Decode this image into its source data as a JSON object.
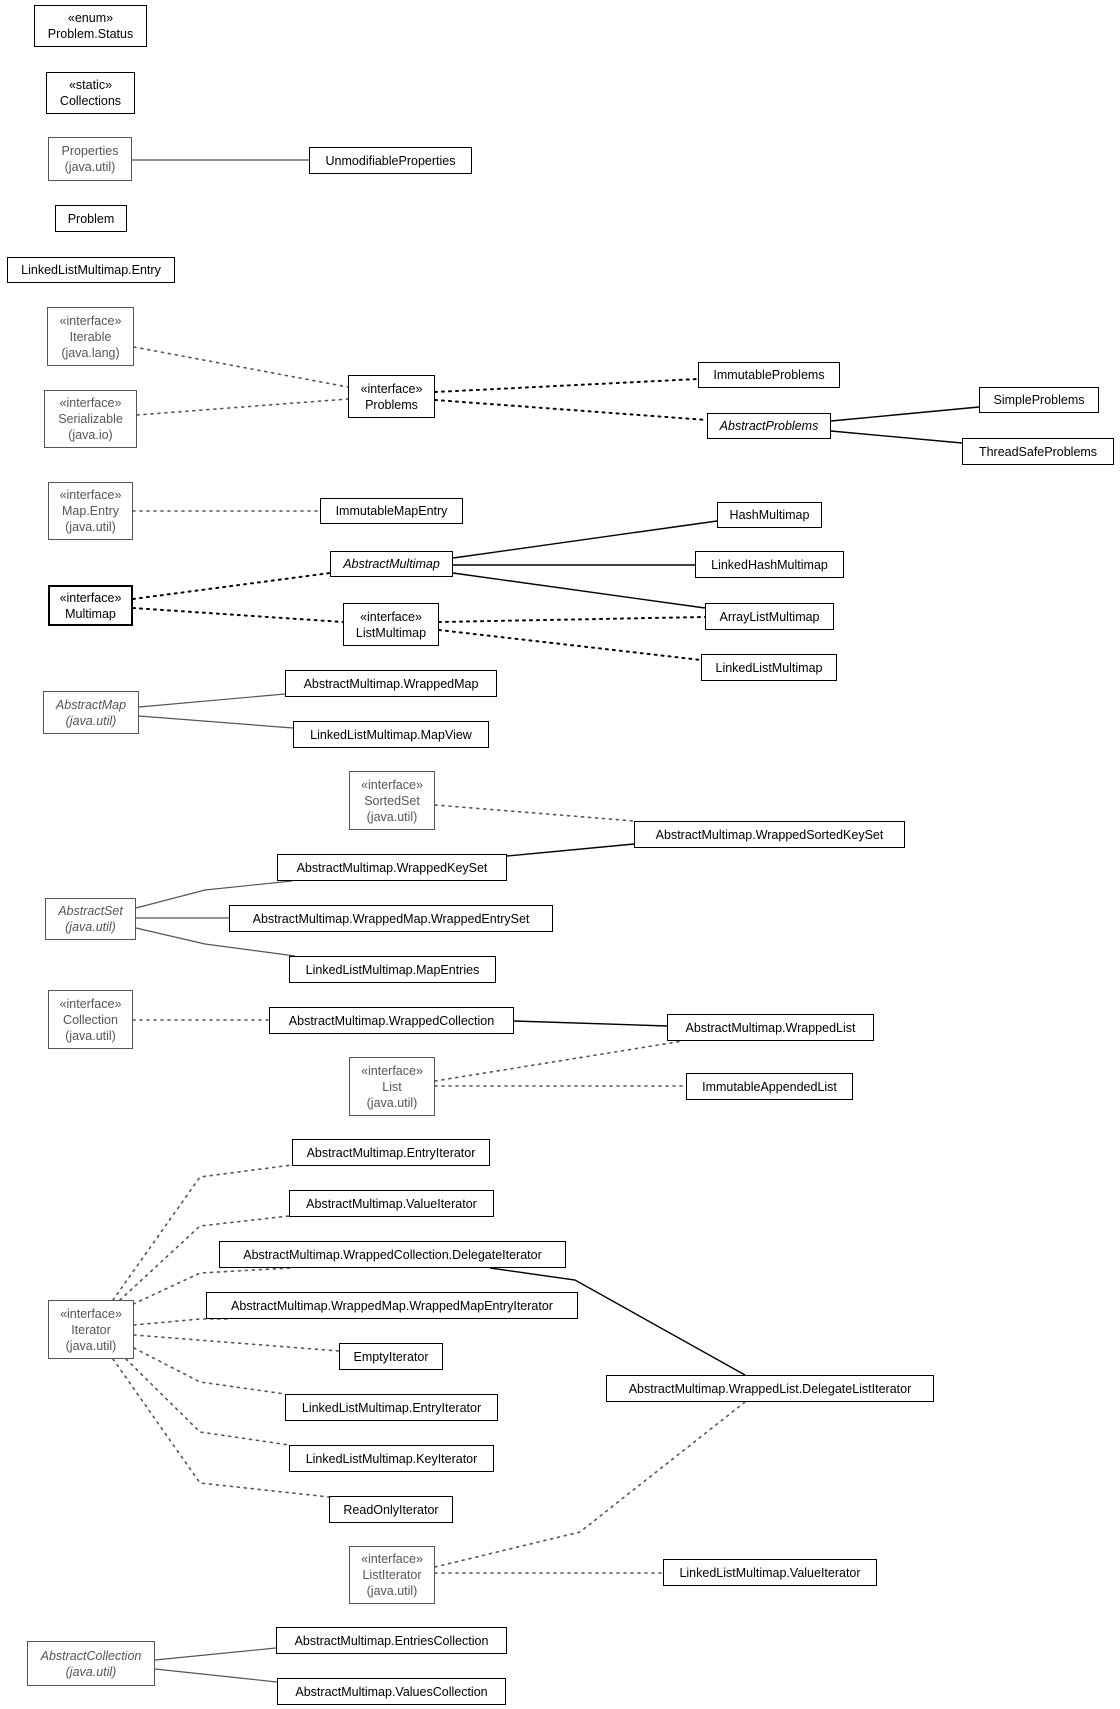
{
  "nodes": [
    {
      "id": "problem-status",
      "stereotype": "«enum»",
      "name": "Problem.Status",
      "package": "",
      "external": false,
      "abstract": false
    },
    {
      "id": "collections",
      "stereotype": "«static»",
      "name": "Collections",
      "package": "",
      "external": false,
      "abstract": false
    },
    {
      "id": "properties",
      "stereotype": "",
      "name": "Properties",
      "package": "(java.util)",
      "external": true,
      "abstract": false
    },
    {
      "id": "unmodifiable-properties",
      "stereotype": "",
      "name": "UnmodifiableProperties",
      "package": "",
      "external": false,
      "abstract": false
    },
    {
      "id": "problem",
      "stereotype": "",
      "name": "Problem",
      "package": "",
      "external": false,
      "abstract": false
    },
    {
      "id": "linkedlistmultimap-entry",
      "stereotype": "",
      "name": "LinkedListMultimap.Entry",
      "package": "",
      "external": false,
      "abstract": false
    },
    {
      "id": "iterable",
      "stereotype": "«interface»",
      "name": "Iterable",
      "package": "(java.lang)",
      "external": true,
      "abstract": false
    },
    {
      "id": "serializable",
      "stereotype": "«interface»",
      "name": "Serializable",
      "package": "(java.io)",
      "external": true,
      "abstract": false
    },
    {
      "id": "problems",
      "stereotype": "«interface»",
      "name": "Problems",
      "package": "",
      "external": false,
      "abstract": false
    },
    {
      "id": "immutable-problems",
      "stereotype": "",
      "name": "ImmutableProblems",
      "package": "",
      "external": false,
      "abstract": false
    },
    {
      "id": "abstract-problems",
      "stereotype": "",
      "name": "AbstractProblems",
      "package": "",
      "external": false,
      "abstract": true
    },
    {
      "id": "simple-problems",
      "stereotype": "",
      "name": "SimpleProblems",
      "package": "",
      "external": false,
      "abstract": false
    },
    {
      "id": "threadsafe-problems",
      "stereotype": "",
      "name": "ThreadSafeProblems",
      "package": "",
      "external": false,
      "abstract": false
    },
    {
      "id": "map-entry",
      "stereotype": "«interface»",
      "name": "Map.Entry",
      "package": "(java.util)",
      "external": true,
      "abstract": false
    },
    {
      "id": "immutable-map-entry",
      "stereotype": "",
      "name": "ImmutableMapEntry",
      "package": "",
      "external": false,
      "abstract": false
    },
    {
      "id": "hash-multimap",
      "stereotype": "",
      "name": "HashMultimap",
      "package": "",
      "external": false,
      "abstract": false
    },
    {
      "id": "abstract-multimap",
      "stereotype": "",
      "name": "AbstractMultimap",
      "package": "",
      "external": false,
      "abstract": true
    },
    {
      "id": "linked-hash-multimap",
      "stereotype": "",
      "name": "LinkedHashMultimap",
      "package": "",
      "external": false,
      "abstract": false
    },
    {
      "id": "multimap",
      "stereotype": "«interface»",
      "name": "Multimap",
      "package": "",
      "external": false,
      "abstract": false,
      "bold": true
    },
    {
      "id": "list-multimap",
      "stereotype": "«interface»",
      "name": "ListMultimap",
      "package": "",
      "external": false,
      "abstract": false
    },
    {
      "id": "arraylist-multimap",
      "stereotype": "",
      "name": "ArrayListMultimap",
      "package": "",
      "external": false,
      "abstract": false
    },
    {
      "id": "linkedlist-multimap",
      "stereotype": "",
      "name": "LinkedListMultimap",
      "package": "",
      "external": false,
      "abstract": false
    },
    {
      "id": "abstract-map",
      "stereotype": "",
      "name": "AbstractMap",
      "package": "(java.util)",
      "external": true,
      "abstract": true
    },
    {
      "id": "wrapped-map",
      "stereotype": "",
      "name": "AbstractMultimap.WrappedMap",
      "package": "",
      "external": false,
      "abstract": false
    },
    {
      "id": "map-view",
      "stereotype": "",
      "name": "LinkedListMultimap.MapView",
      "package": "",
      "external": false,
      "abstract": false
    },
    {
      "id": "sorted-set",
      "stereotype": "«interface»",
      "name": "SortedSet",
      "package": "(java.util)",
      "external": true,
      "abstract": false
    },
    {
      "id": "wrapped-sorted-key-set",
      "stereotype": "",
      "name": "AbstractMultimap.WrappedSortedKeySet",
      "package": "",
      "external": false,
      "abstract": false
    },
    {
      "id": "wrapped-key-set",
      "stereotype": "",
      "name": "AbstractMultimap.WrappedKeySet",
      "package": "",
      "external": false,
      "abstract": false
    },
    {
      "id": "abstract-set",
      "stereotype": "",
      "name": "AbstractSet",
      "package": "(java.util)",
      "external": true,
      "abstract": true
    },
    {
      "id": "wrapped-entry-set",
      "stereotype": "",
      "name": "AbstractMultimap.WrappedMap.WrappedEntrySet",
      "package": "",
      "external": false,
      "abstract": false
    },
    {
      "id": "map-entries",
      "stereotype": "",
      "name": "LinkedListMultimap.MapEntries",
      "package": "",
      "external": false,
      "abstract": false
    },
    {
      "id": "collection",
      "stereotype": "«interface»",
      "name": "Collection",
      "package": "(java.util)",
      "external": true,
      "abstract": false
    },
    {
      "id": "wrapped-collection",
      "stereotype": "",
      "name": "AbstractMultimap.WrappedCollection",
      "package": "",
      "external": false,
      "abstract": false
    },
    {
      "id": "wrapped-list",
      "stereotype": "",
      "name": "AbstractMultimap.WrappedList",
      "package": "",
      "external": false,
      "abstract": false
    },
    {
      "id": "list",
      "stereotype": "«interface»",
      "name": "List",
      "package": "(java.util)",
      "external": true,
      "abstract": false
    },
    {
      "id": "immutable-appended-list",
      "stereotype": "",
      "name": "ImmutableAppendedList",
      "package": "",
      "external": false,
      "abstract": false
    },
    {
      "id": "entry-iterator",
      "stereotype": "",
      "name": "AbstractMultimap.EntryIterator",
      "package": "",
      "external": false,
      "abstract": false
    },
    {
      "id": "value-iterator",
      "stereotype": "",
      "name": "AbstractMultimap.ValueIterator",
      "package": "",
      "external": false,
      "abstract": false
    },
    {
      "id": "delegate-iterator",
      "stereotype": "",
      "name": "AbstractMultimap.WrappedCollection.DelegateIterator",
      "package": "",
      "external": false,
      "abstract": false
    },
    {
      "id": "wrapped-map-entry-iterator",
      "stereotype": "",
      "name": "AbstractMultimap.WrappedMap.WrappedMapEntryIterator",
      "package": "",
      "external": false,
      "abstract": false
    },
    {
      "id": "iterator",
      "stereotype": "«interface»",
      "name": "Iterator",
      "package": "(java.util)",
      "external": true,
      "abstract": false
    },
    {
      "id": "empty-iterator",
      "stereotype": "",
      "name": "EmptyIterator",
      "package": "",
      "external": false,
      "abstract": false
    },
    {
      "id": "delegate-list-iterator",
      "stereotype": "",
      "name": "AbstractMultimap.WrappedList.DelegateListIterator",
      "package": "",
      "external": false,
      "abstract": false
    },
    {
      "id": "llm-entry-iterator",
      "stereotype": "",
      "name": "LinkedListMultimap.EntryIterator",
      "package": "",
      "external": false,
      "abstract": false
    },
    {
      "id": "llm-key-iterator",
      "stereotype": "",
      "name": "LinkedListMultimap.KeyIterator",
      "package": "",
      "external": false,
      "abstract": false
    },
    {
      "id": "readonly-iterator",
      "stereotype": "",
      "name": "ReadOnlyIterator",
      "package": "",
      "external": false,
      "abstract": false
    },
    {
      "id": "list-iterator",
      "stereotype": "«interface»",
      "name": "ListIterator",
      "package": "(java.util)",
      "external": true,
      "abstract": false
    },
    {
      "id": "llm-value-iterator",
      "stereotype": "",
      "name": "LinkedListMultimap.ValueIterator",
      "package": "",
      "external": false,
      "abstract": false
    },
    {
      "id": "abstract-collection",
      "stereotype": "",
      "name": "AbstractCollection",
      "package": "(java.util)",
      "external": true,
      "abstract": true
    },
    {
      "id": "entries-collection",
      "stereotype": "",
      "name": "AbstractMultimap.EntriesCollection",
      "package": "",
      "external": false,
      "abstract": false
    },
    {
      "id": "values-collection",
      "stereotype": "",
      "name": "AbstractMultimap.ValuesCollection",
      "package": "",
      "external": false,
      "abstract": false
    }
  ],
  "edges": [
    {
      "from": "properties",
      "to": "unmodifiable-properties",
      "kind": "extends"
    },
    {
      "from": "iterable",
      "to": "problems",
      "kind": "implements"
    },
    {
      "from": "serializable",
      "to": "problems",
      "kind": "implements"
    },
    {
      "from": "problems",
      "to": "immutable-problems",
      "kind": "implements"
    },
    {
      "from": "problems",
      "to": "abstract-problems",
      "kind": "implements"
    },
    {
      "from": "abstract-problems",
      "to": "simple-problems",
      "kind": "extends"
    },
    {
      "from": "abstract-problems",
      "to": "threadsafe-problems",
      "kind": "extends"
    },
    {
      "from": "map-entry",
      "to": "immutable-map-entry",
      "kind": "implements"
    },
    {
      "from": "multimap",
      "to": "abstract-multimap",
      "kind": "implements"
    },
    {
      "from": "multimap",
      "to": "list-multimap",
      "kind": "implements"
    },
    {
      "from": "abstract-multimap",
      "to": "hash-multimap",
      "kind": "extends"
    },
    {
      "from": "abstract-multimap",
      "to": "linked-hash-multimap",
      "kind": "extends"
    },
    {
      "from": "abstract-multimap",
      "to": "arraylist-multimap",
      "kind": "extends"
    },
    {
      "from": "list-multimap",
      "to": "arraylist-multimap",
      "kind": "implements"
    },
    {
      "from": "list-multimap",
      "to": "linkedlist-multimap",
      "kind": "implements"
    },
    {
      "from": "abstract-map",
      "to": "wrapped-map",
      "kind": "extends"
    },
    {
      "from": "abstract-map",
      "to": "map-view",
      "kind": "extends"
    },
    {
      "from": "sorted-set",
      "to": "wrapped-sorted-key-set",
      "kind": "implements"
    },
    {
      "from": "wrapped-key-set",
      "to": "wrapped-sorted-key-set",
      "kind": "extends"
    },
    {
      "from": "abstract-set",
      "to": "wrapped-key-set",
      "kind": "extends"
    },
    {
      "from": "abstract-set",
      "to": "wrapped-entry-set",
      "kind": "extends"
    },
    {
      "from": "abstract-set",
      "to": "map-entries",
      "kind": "extends"
    },
    {
      "from": "collection",
      "to": "wrapped-collection",
      "kind": "implements"
    },
    {
      "from": "wrapped-collection",
      "to": "wrapped-list",
      "kind": "extends"
    },
    {
      "from": "list",
      "to": "wrapped-list",
      "kind": "implements"
    },
    {
      "from": "list",
      "to": "immutable-appended-list",
      "kind": "implements"
    },
    {
      "from": "iterator",
      "to": "entry-iterator",
      "kind": "implements"
    },
    {
      "from": "iterator",
      "to": "value-iterator",
      "kind": "implements"
    },
    {
      "from": "iterator",
      "to": "delegate-iterator",
      "kind": "implements"
    },
    {
      "from": "iterator",
      "to": "wrapped-map-entry-iterator",
      "kind": "implements"
    },
    {
      "from": "iterator",
      "to": "empty-iterator",
      "kind": "implements"
    },
    {
      "from": "iterator",
      "to": "llm-entry-iterator",
      "kind": "implements"
    },
    {
      "from": "iterator",
      "to": "llm-key-iterator",
      "kind": "implements"
    },
    {
      "from": "iterator",
      "to": "readonly-iterator",
      "kind": "implements"
    },
    {
      "from": "delegate-iterator",
      "to": "delegate-list-iterator",
      "kind": "extends"
    },
    {
      "from": "list-iterator",
      "to": "delegate-list-iterator",
      "kind": "implements"
    },
    {
      "from": "list-iterator",
      "to": "llm-value-iterator",
      "kind": "implements"
    },
    {
      "from": "abstract-collection",
      "to": "entries-collection",
      "kind": "extends"
    },
    {
      "from": "abstract-collection",
      "to": "values-collection",
      "kind": "extends"
    }
  ]
}
